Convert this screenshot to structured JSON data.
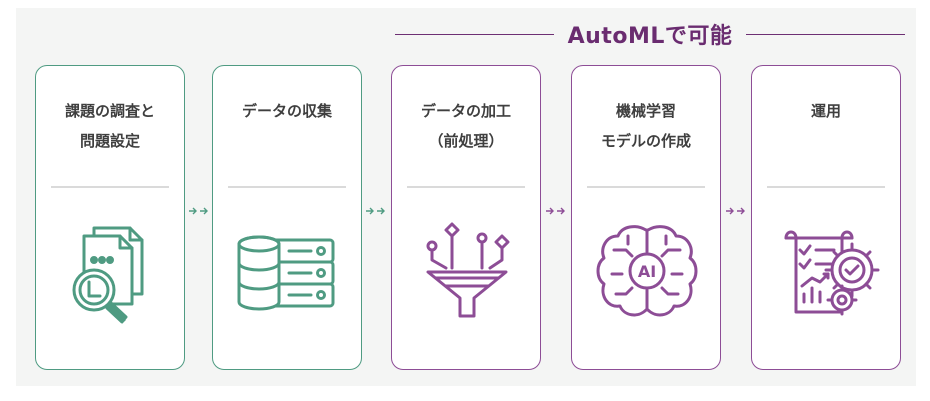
{
  "header": {
    "title": "AutoMLで可能"
  },
  "steps": [
    {
      "label": "課題の調査と\n問題設定",
      "icon": "document-search-icon",
      "color": "#4f9b82"
    },
    {
      "label": "データの収集",
      "icon": "database-server-icon",
      "color": "#4f9b82"
    },
    {
      "label": "データの加工\n（前処理）",
      "icon": "funnel-filter-icon",
      "color": "#8d4d96"
    },
    {
      "label": "機械学習\nモデルの作成",
      "icon": "ai-brain-icon",
      "color": "#8d4d96"
    },
    {
      "label": "運用",
      "icon": "report-gear-icon",
      "color": "#8d4d96"
    }
  ],
  "colors": {
    "green": "#4f9b82",
    "purple": "#8d4d96",
    "header": "#6a2c70"
  }
}
